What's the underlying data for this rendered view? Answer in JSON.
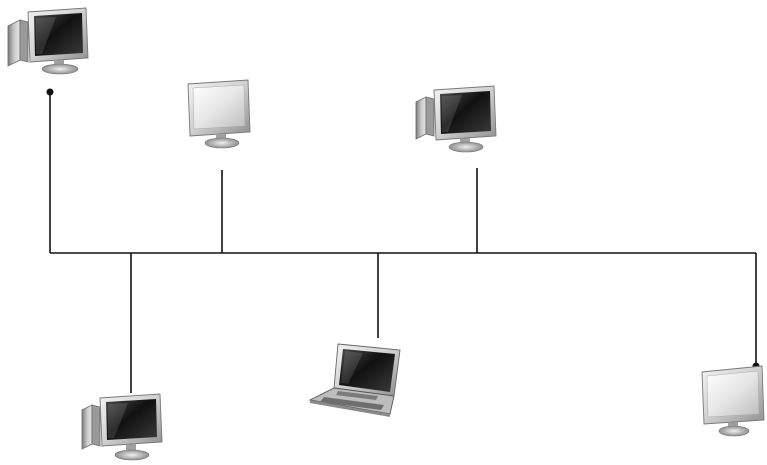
{
  "diagram": {
    "type": "bus-network-topology",
    "nodes": [
      {
        "device": "desktop-tower-with-monitor",
        "icon": "desktop-computer-icon",
        "screen": "dark"
      },
      {
        "device": "monitor",
        "icon": "monitor-icon",
        "screen": "light"
      },
      {
        "device": "desktop-tower-with-monitor",
        "icon": "desktop-computer-icon",
        "screen": "dark"
      },
      {
        "device": "desktop-tower-with-monitor",
        "icon": "desktop-computer-icon",
        "screen": "dark"
      },
      {
        "device": "laptop",
        "icon": "laptop-icon",
        "screen": "dark"
      },
      {
        "device": "monitor",
        "icon": "monitor-icon",
        "screen": "light"
      }
    ],
    "bus": {
      "terminators": 2,
      "color": "#111111"
    },
    "colors": {
      "line": "#111111",
      "device_frame": "#cfcfcf",
      "device_shadow": "#8a8a8a",
      "screen_dark": "#1a1a1a",
      "screen_light": "#e8e8e8"
    }
  }
}
